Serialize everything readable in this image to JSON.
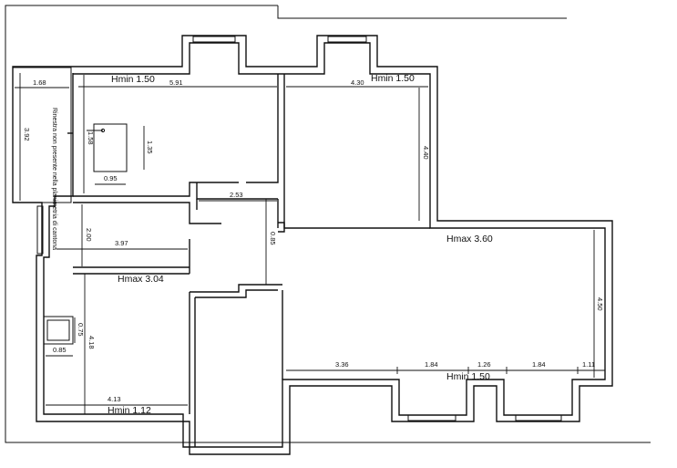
{
  "plan": {
    "room_heights": {
      "hmin_top_left": "Hmin 1.50",
      "hmin_top_right": "Hmin 1.50",
      "hmax_right": "Hmax 3.60",
      "hmax_left_middle": "Hmax 3.04",
      "hmin_right_bottom": "Hmin 1.50",
      "hmin_bottom_left": "Hmin 1.12"
    },
    "dimensions": {
      "d_168": "1.68",
      "d_392": "3.92",
      "d_591": "5.91",
      "d_158": "1.58",
      "d_135": "1.35",
      "d_095": "0.95",
      "d_430": "4.30",
      "d_440": "4.40",
      "d_253": "2.53",
      "d_200": "2.00",
      "d_397": "3.97",
      "d_085v": "0.85",
      "d_450": "4.50",
      "d_075": "0.75",
      "d_085": "0.85",
      "d_418": "4.18",
      "d_413": "4.13",
      "d_336": "3.36",
      "d_184a": "1.84",
      "d_126": "1.26",
      "d_184b": "1.84",
      "d_111": "1.11"
    },
    "note": "Rinestra non presente nella planimetria di cantona"
  }
}
